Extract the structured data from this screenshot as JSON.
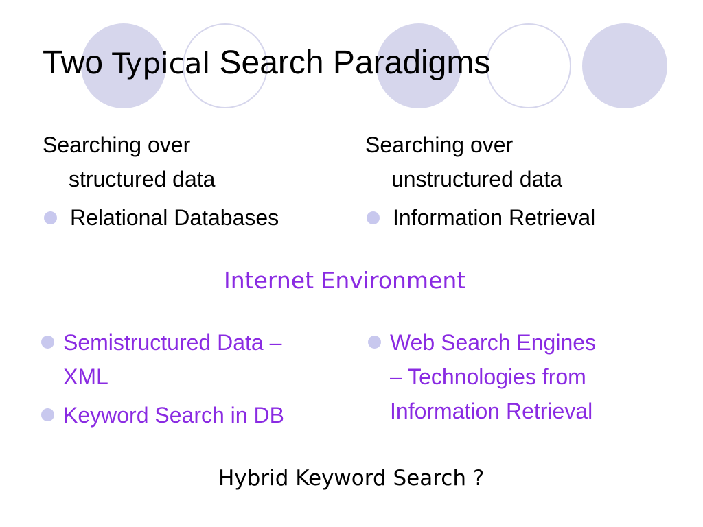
{
  "title": {
    "part1": "Two ",
    "part2": "Typical",
    "part3": " Search Paradigms"
  },
  "left_column": {
    "heading_line1": "Searching over",
    "heading_line2": "structured data",
    "bullet": "Relational Databases"
  },
  "right_column": {
    "heading_line1": "Searching over",
    "heading_line2": "unstructured data",
    "bullet": "Information Retrieval"
  },
  "environment_label": "Internet Environment",
  "left_list": [
    {
      "line1": "Semistructured Data –",
      "line2": "XML"
    },
    {
      "line1": "Keyword Search in DB",
      "line2": ""
    }
  ],
  "right_list": [
    {
      "line1": "Web Search Engines",
      "line2": "– Technologies from",
      "line3": "Information Retrieval"
    }
  ],
  "footer": "Hybrid Keyword Search ?",
  "colors": {
    "accent_text": "#8a2be2",
    "decor_circle": "#d6d6ec",
    "bullet_dot": "#c8c8ee"
  }
}
